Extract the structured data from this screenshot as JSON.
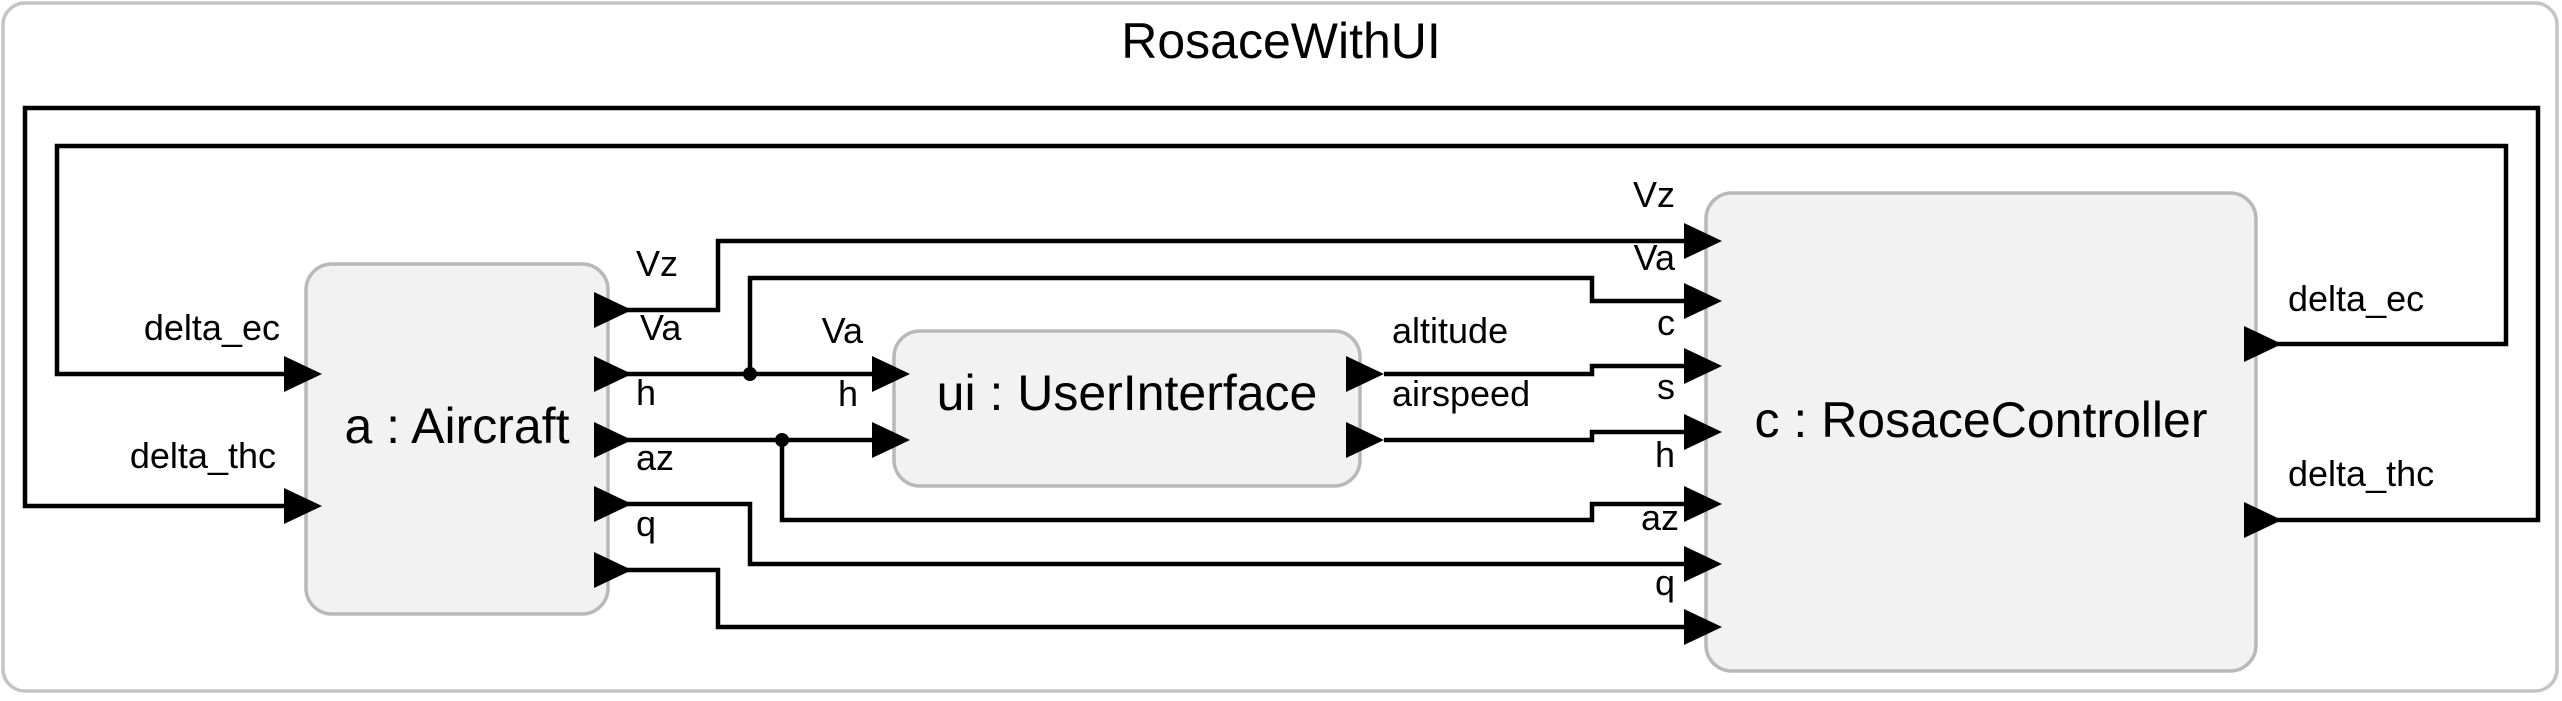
{
  "diagram": {
    "title": "RosaceWithUI",
    "blocks": {
      "aircraft": {
        "title": "a : Aircraft",
        "inputs": [
          "delta_ec",
          "delta_thc"
        ],
        "outputs": [
          "Vz",
          "Va",
          "h",
          "az",
          "q"
        ]
      },
      "ui": {
        "title": "ui : UserInterface",
        "inputs": [
          "Va",
          "h"
        ],
        "outputs": [
          "altitude",
          "airspeed"
        ]
      },
      "controller": {
        "title": "c : RosaceController",
        "inputs": [
          "Vz",
          "Va",
          "c",
          "s",
          "h",
          "az",
          "q"
        ],
        "outputs": [
          "delta_ec",
          "delta_thc"
        ]
      }
    }
  }
}
